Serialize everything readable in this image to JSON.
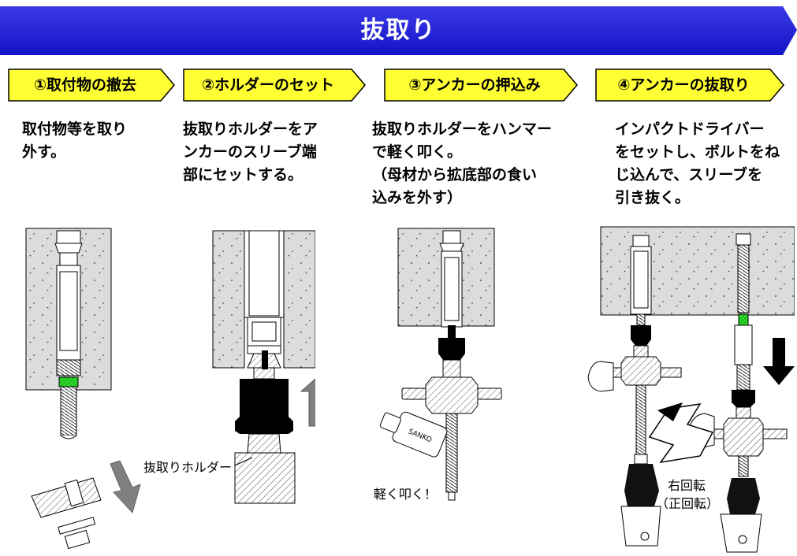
{
  "header": {
    "title": "抜取り"
  },
  "steps": [
    {
      "label": "①取付物の撤去",
      "desc": [
        "取付物等を取り",
        "外す。"
      ]
    },
    {
      "label": "②ホルダーのセット",
      "desc": [
        "抜取りホルダーをア",
        "ンカーのスリーブ端",
        "部にセットする。"
      ]
    },
    {
      "label": "③アンカーの押込み",
      "desc": [
        "抜取りホルダーをハンマー",
        "で軽く叩く。",
        "（母材から拡底部の食い",
        "込みを外す）"
      ]
    },
    {
      "label": "④アンカーの抜取り",
      "desc": [
        "インパクトドライバー",
        "をセットし、ボルトをね",
        "じ込んで、スリーブを",
        "引き抜く。"
      ]
    }
  ],
  "labels": {
    "holder": "抜取りホルダー",
    "tap": "軽く叩く！",
    "rotate_1": "右回転",
    "rotate_2": "（正回転）",
    "hammer_brand": "SANKO"
  },
  "colors": {
    "banner": "#1f1fdc",
    "step_tag": "#ffff33",
    "concrete": "#dcdcdc",
    "gray_arrow": "#808080"
  }
}
